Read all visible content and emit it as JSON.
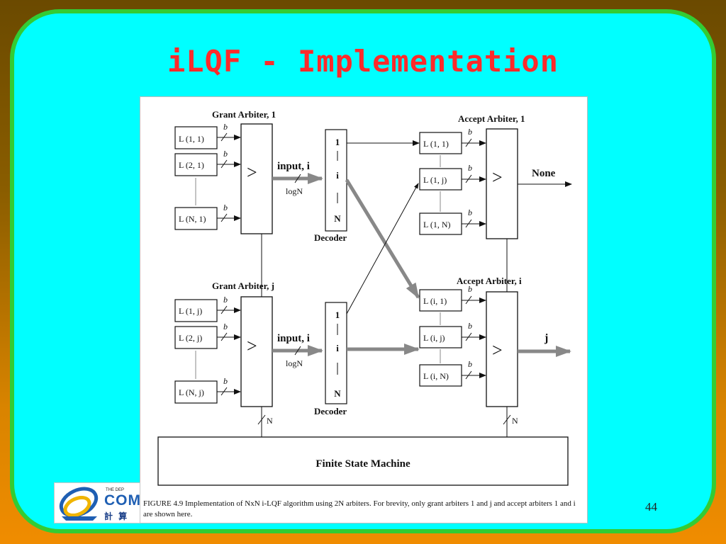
{
  "slide": {
    "title": "iLQF - Implementation",
    "page_number": "44"
  },
  "figure": {
    "grant_arbiter_1": {
      "title": "Grant Arbiter, 1",
      "inputs": [
        "L (1, 1)",
        "L (2, 1)",
        "L (N, 1)"
      ],
      "comparator": ">",
      "output_label": "input, i",
      "width_label": "logN"
    },
    "grant_arbiter_j": {
      "title": "Grant Arbiter, j",
      "inputs": [
        "L (1, j)",
        "L (2, j)",
        "L (N, j)"
      ],
      "comparator": ">",
      "output_label": "input, i",
      "width_label": "logN"
    },
    "bus_width": "b",
    "decoder_1": {
      "title": "Decoder",
      "lines": [
        "1",
        "i",
        "N"
      ]
    },
    "decoder_2": {
      "title": "Decoder",
      "lines": [
        "1",
        "i",
        "N"
      ]
    },
    "accept_arbiter_1": {
      "title": "Accept Arbiter, 1",
      "inputs": [
        "L (1, 1)",
        "L (1, j)",
        "L (1, N)"
      ],
      "comparator": ">",
      "output_label": "None"
    },
    "accept_arbiter_i": {
      "title": "Accept Arbiter, i",
      "inputs": [
        "L (i, 1)",
        "L (i, j)",
        "L (i, N)"
      ],
      "comparator": ">",
      "output_label": "j"
    },
    "fsm_link_label": "N",
    "fsm_title": "Finite State Machine",
    "caption": "FIGURE 4.9  Implementation of NxN i-LQF algorithm using 2N arbiters. For brevity, only grant arbiters 1 and j and accept arbiters 1 and i are shown here."
  },
  "logo": {
    "top_text": "THE DEP",
    "word": "COM",
    "chinese": "計 算 機",
    "colors": {
      "primary": "#1f5fb3",
      "accent": "#f0b400"
    }
  },
  "colors": {
    "frame_fill": "#00ffff",
    "frame_border": "#33cc33",
    "title": "#ff2a2a",
    "background_top": "#6b4a00",
    "background_bottom": "#f08c00",
    "thick_arrow": "#888888"
  }
}
